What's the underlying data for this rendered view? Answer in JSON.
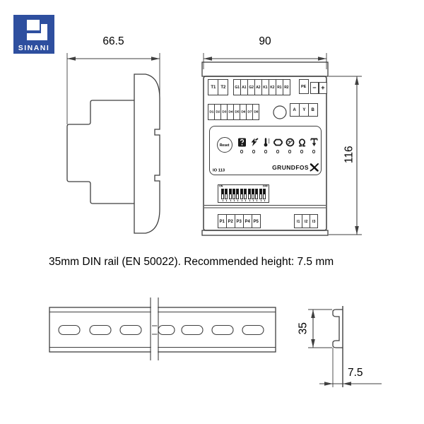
{
  "logo": {
    "brand": "SINANI",
    "color": "#2e4f9f"
  },
  "dimensions": {
    "side_width": "66.5",
    "front_width": "90",
    "front_height": "116",
    "rail_height": "35",
    "rail_depth": "7.5"
  },
  "caption": "35mm DIN rail (EN 50022). Recommended height: 7.5 mm",
  "device": {
    "model": "IO 113",
    "brand": "GRUNDFOS",
    "reset_label": "Reset",
    "terminals_top_a": [
      "T1",
      "T2"
    ],
    "terminals_top_b": [
      "G1",
      "A1",
      "G2",
      "A2",
      "K1",
      "K2",
      "R1",
      "R2"
    ],
    "terminal_pe": "PE",
    "terminal_minus": "−",
    "terminal_plus": "+",
    "terminals_digital": [
      "D1",
      "D2",
      "D3",
      "D4",
      "D5",
      "D6",
      "D7",
      "D8"
    ],
    "terminals_bus": [
      "A",
      "Y",
      "B"
    ],
    "terminals_power": [
      "P1",
      "P2",
      "P3",
      "P4",
      "P5"
    ],
    "terminals_current": [
      "I1",
      "I2",
      "I3"
    ],
    "dip": {
      "on_label": "ON",
      "off_label": "OFF",
      "count": 12
    },
    "icons": [
      "alarm-icon",
      "insulation-fault-icon",
      "temperature-icon",
      "stator-moisture-icon",
      "moisture-switch-icon",
      "resistance-icon",
      "pump-icon"
    ]
  }
}
